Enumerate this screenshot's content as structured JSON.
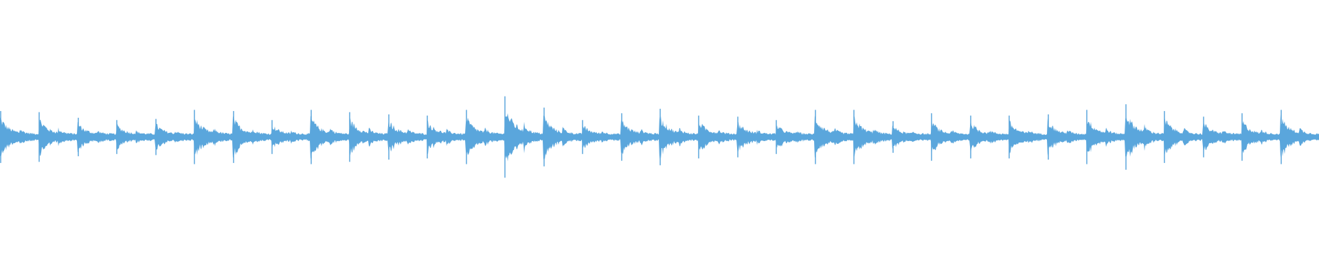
{
  "waveform": {
    "color": "#5aa6dc",
    "background": "#ffffff",
    "beat_count": 34,
    "beat_peaks": [
      0.95,
      0.9,
      0.65,
      0.55,
      0.6,
      1.0,
      0.95,
      0.55,
      1.0,
      0.9,
      0.8,
      0.75,
      1.0,
      1.6,
      1.1,
      0.55,
      0.85,
      1.05,
      0.75,
      0.7,
      0.55,
      1.0,
      1.0,
      0.5,
      0.85,
      0.75,
      0.75,
      0.8,
      1.0,
      1.25,
      0.95,
      0.7,
      0.85,
      1.0
    ],
    "beat_decay": [
      0.03,
      0.03,
      0.02,
      0.02,
      0.02,
      0.03,
      0.03,
      0.02,
      0.03,
      0.03,
      0.03,
      0.03,
      0.03,
      0.04,
      0.03,
      0.02,
      0.03,
      0.03,
      0.03,
      0.03,
      0.02,
      0.03,
      0.03,
      0.01,
      0.01,
      0.02,
      0.02,
      0.02,
      0.03,
      0.04,
      0.03,
      0.02,
      0.02,
      0.03
    ]
  }
}
